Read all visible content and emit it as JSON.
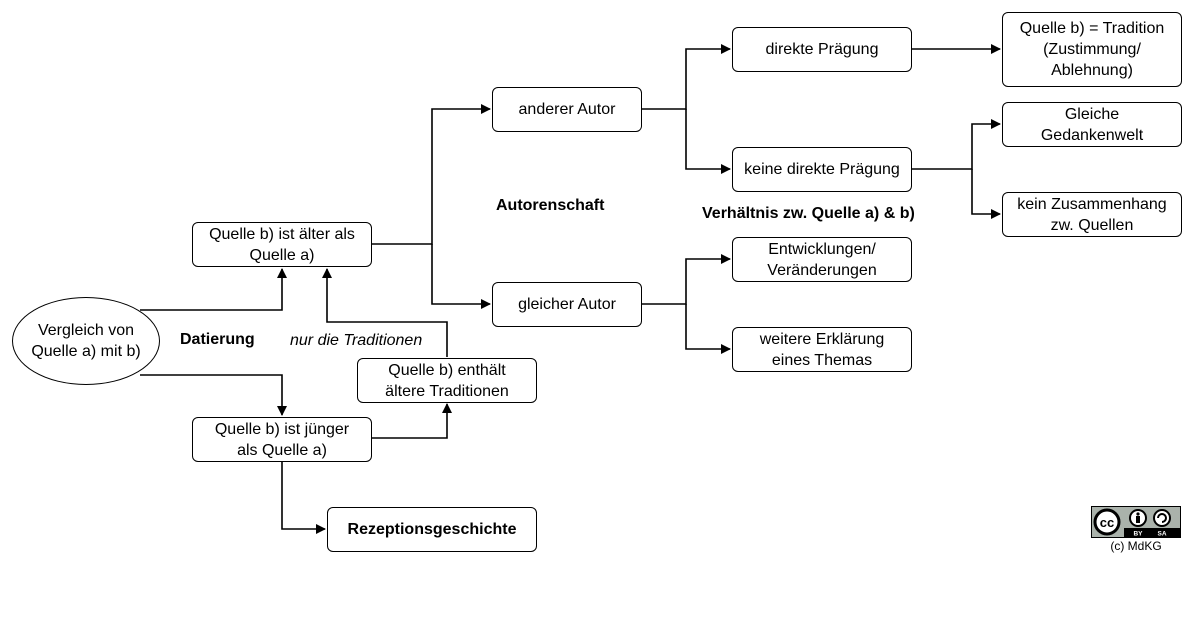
{
  "nodes": {
    "vergleich": "Vergleich von\nQuelle a) mit b)",
    "aelter": "Quelle b) ist älter als\nQuelle a)",
    "juenger": "Quelle b) ist jünger\nals Quelle a)",
    "traditionen": "Quelle b) enthält\nältere Traditionen",
    "rezeption": "Rezeptionsgeschichte",
    "anderer_autor": "anderer Autor",
    "gleicher_autor": "gleicher Autor",
    "direkte_praegung": "direkte Prägung",
    "keine_direkte_praegung": "keine direkte Prägung",
    "tradition": "Quelle b) = Tradition\n(Zustimmung/\nAblehnung)",
    "gedankenwelt": "Gleiche\nGedankenwelt",
    "kein_zusammenhang": "kein Zusammenhang\nzw. Quellen",
    "entwicklungen": "Entwicklungen/\nVeränderungen",
    "erklaerung": "weitere Erklärung\neines Themas"
  },
  "labels": {
    "datierung": "Datierung",
    "nur_traditionen": "nur die Traditionen",
    "autorenschaft": "Autorenschaft",
    "verhaeltnis": "Verhältnis zw. Quelle a) & b)"
  },
  "license": {
    "badge_text": "(c) MdKG",
    "by": "BY",
    "sa": "SA"
  }
}
